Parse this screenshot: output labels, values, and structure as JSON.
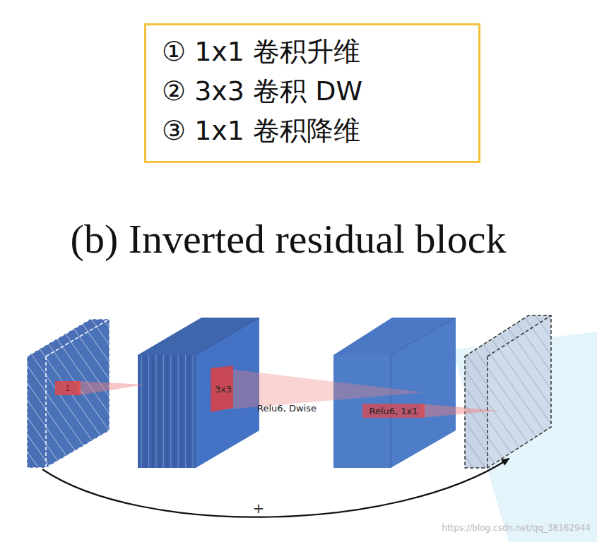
{
  "diagram": {
    "title": "(b) Inverted residual block",
    "nodes": [
      {
        "text": [
          "① 1x1 卷积升维",
          "② 3x3 卷积 DW",
          "③ 1x1 卷积降维"
        ]
      }
    ],
    "edges": [],
    "labels": [
      "1",
      "3x3",
      "Relu6, Dwise",
      "Relu6, 1x1",
      "+",
      "https://blog.csdn.net/qq_38162944"
    ]
  }
}
